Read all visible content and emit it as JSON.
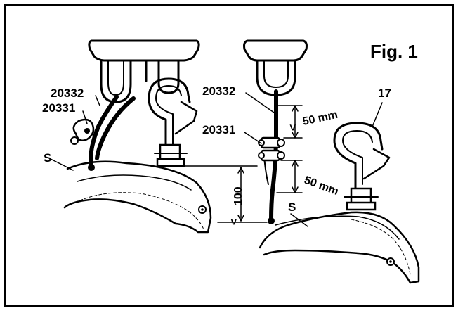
{
  "figure": {
    "title": "Fig. 1",
    "left_view": {
      "label_upper": "20332",
      "label_lower": "20331",
      "label_s": "S"
    },
    "right_view": {
      "label_upper": "20332",
      "label_lower": "20331",
      "label_hook": "17",
      "dim_top": "50 mm",
      "dim_top_sign": "<",
      "dim_bottom": "50 mm",
      "dim_height": "100",
      "dim_height_sign": "<",
      "label_s": "S"
    }
  }
}
